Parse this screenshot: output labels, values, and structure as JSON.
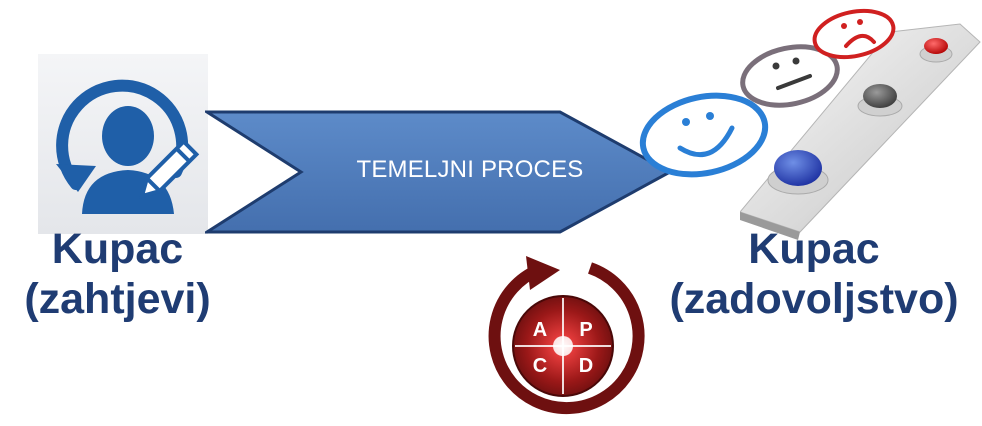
{
  "process": {
    "label": "TEMELJNI PROCES"
  },
  "customer_input": {
    "line1": "Kupac",
    "line2": "(zahtjevi)"
  },
  "customer_output": {
    "line1": "Kupac",
    "line2": "(zadovoljstvo)"
  },
  "pdca": {
    "a": "A",
    "p": "P",
    "c": "C",
    "d": "D"
  },
  "colors": {
    "label_navy": "#1f3c73",
    "arrow_fill": "#4f7dbd",
    "arrow_stroke": "#1e3c6e",
    "icon_blue": "#1f5fa8",
    "pdca_red": "#7a1414",
    "smile_blue": "#2a7fd6",
    "neutral_gray": "#7a6f7a",
    "frown_red": "#d02020"
  },
  "icons": [
    "user-edit-icon",
    "pdca-cycle-icon",
    "smiley-happy-icon",
    "smiley-neutral-icon",
    "smiley-sad-icon",
    "rating-buttons-panel"
  ]
}
